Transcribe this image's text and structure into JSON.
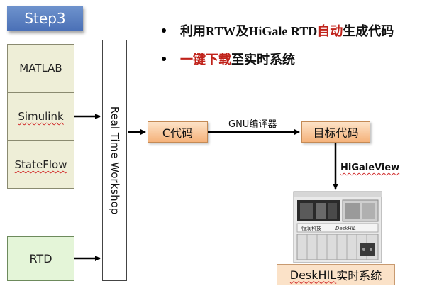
{
  "step_badge": "Step3",
  "bullets": [
    {
      "segments": [
        {
          "text": "利用RTW及HiGale RTD",
          "color": "dark"
        },
        {
          "text": "自动",
          "color": "red"
        },
        {
          "text": "生成代码",
          "color": "dark"
        }
      ]
    },
    {
      "segments": [
        {
          "text": "一键下载",
          "color": "red"
        },
        {
          "text": "至实时系统",
          "color": "dark"
        }
      ]
    }
  ],
  "sources": [
    "MATLAB",
    "Simulink",
    "StateFlow"
  ],
  "rtd": "RTD",
  "rtw": "Real Time Workshop",
  "c_code": "C代码",
  "compiler": "GNU编译器",
  "target_code": "目标代码",
  "viewer": "HiGaleView",
  "hardware": {
    "brand": "恒润科技",
    "model": "DeskHIL"
  },
  "caption": {
    "name": "DeskHIL",
    "suffix": "实时系统"
  }
}
